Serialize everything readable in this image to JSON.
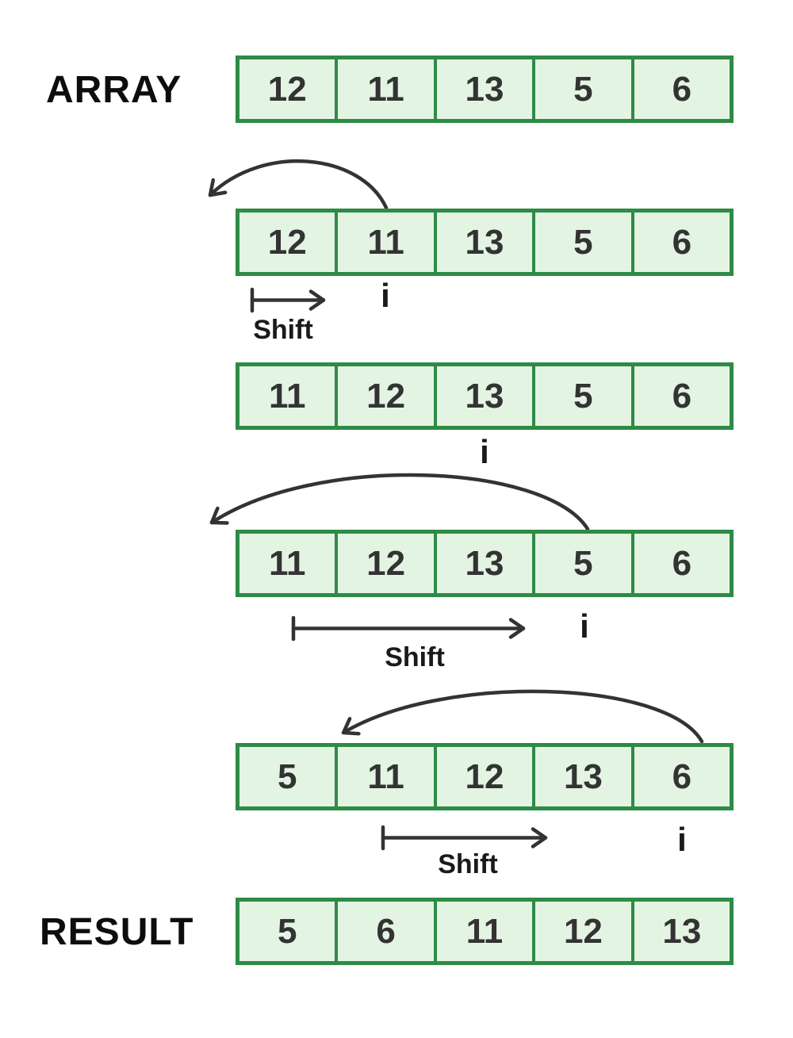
{
  "labels": {
    "array_title": "ARRAY",
    "result_title": "RESULT",
    "shift": "Shift",
    "index_marker": "i"
  },
  "colors": {
    "cell_fill": "#e4f4e3",
    "cell_border": "#2e8b46",
    "number_ink": "#333333",
    "arrow_ink": "#333333",
    "label_ink": "#0d0d0d"
  },
  "rows": [
    {
      "id": "initial",
      "cells": [
        "12",
        "11",
        "13",
        "5",
        "6"
      ]
    },
    {
      "id": "pass1-shift",
      "cells": [
        "12",
        "11",
        "13",
        "5",
        "6"
      ]
    },
    {
      "id": "pass1-done",
      "cells": [
        "11",
        "12",
        "13",
        "5",
        "6"
      ]
    },
    {
      "id": "pass3-shift",
      "cells": [
        "11",
        "12",
        "13",
        "5",
        "6"
      ]
    },
    {
      "id": "pass4-shift",
      "cells": [
        "5",
        "11",
        "12",
        "13",
        "6"
      ]
    },
    {
      "id": "result",
      "cells": [
        "5",
        "6",
        "11",
        "12",
        "13"
      ]
    }
  ]
}
